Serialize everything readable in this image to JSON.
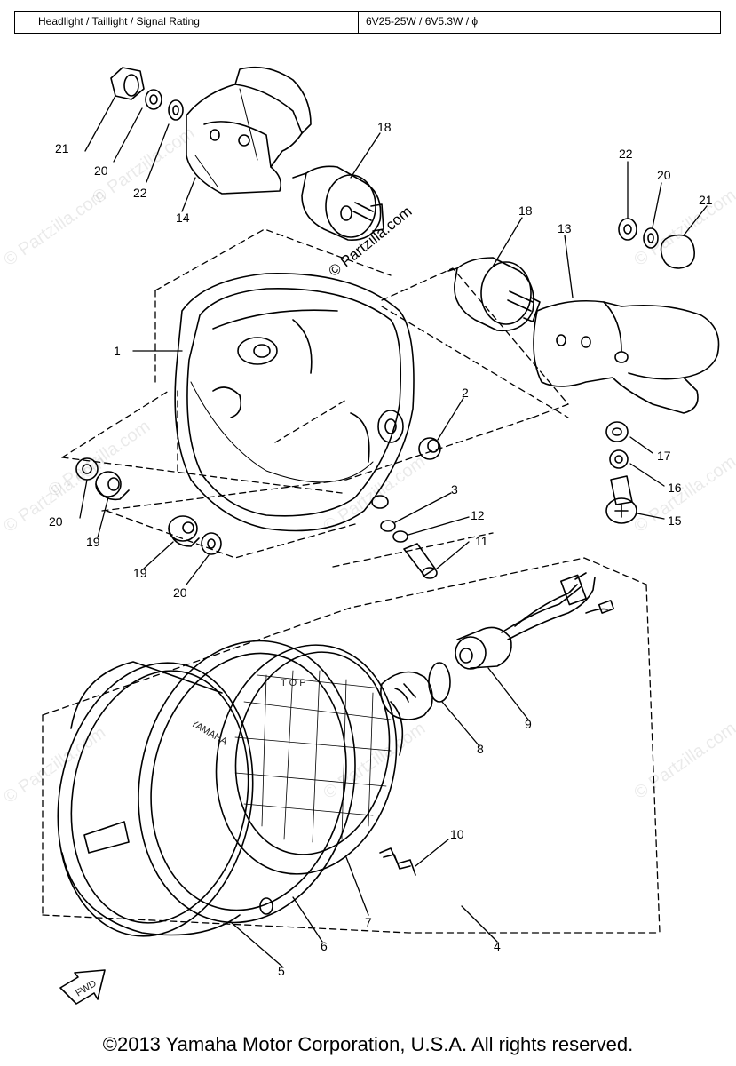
{
  "spec_table": {
    "label": "Headlight / Taillight / Signal Rating",
    "value": "6V25-25W / 6V5.3W / ϕ"
  },
  "watermarks": {
    "main": "© Partzilla.com",
    "repeat": "© Partzilla.com"
  },
  "lens_text": {
    "top": "T O P",
    "brand": "YAMAHA"
  },
  "fwd_arrow": "FWD",
  "callouts": [
    {
      "id": "c21a",
      "label": "21"
    },
    {
      "id": "c20a",
      "label": "20"
    },
    {
      "id": "c22a",
      "label": "22"
    },
    {
      "id": "c14",
      "label": "14"
    },
    {
      "id": "c18a",
      "label": "18"
    },
    {
      "id": "c18b",
      "label": "18"
    },
    {
      "id": "c13",
      "label": "13"
    },
    {
      "id": "c22b",
      "label": "22"
    },
    {
      "id": "c20b",
      "label": "20"
    },
    {
      "id": "c21b",
      "label": "21"
    },
    {
      "id": "c1",
      "label": "1"
    },
    {
      "id": "c2",
      "label": "2"
    },
    {
      "id": "c17",
      "label": "17"
    },
    {
      "id": "c16",
      "label": "16"
    },
    {
      "id": "c15",
      "label": "15"
    },
    {
      "id": "c3",
      "label": "3"
    },
    {
      "id": "c12",
      "label": "12"
    },
    {
      "id": "c11",
      "label": "11"
    },
    {
      "id": "c20c",
      "label": "20"
    },
    {
      "id": "c19a",
      "label": "19"
    },
    {
      "id": "c19b",
      "label": "19"
    },
    {
      "id": "c20d",
      "label": "20"
    },
    {
      "id": "c9",
      "label": "9"
    },
    {
      "id": "c8",
      "label": "8"
    },
    {
      "id": "c10",
      "label": "10"
    },
    {
      "id": "c7",
      "label": "7"
    },
    {
      "id": "c6",
      "label": "6"
    },
    {
      "id": "c5",
      "label": "5"
    },
    {
      "id": "c4",
      "label": "4"
    }
  ],
  "copyright": "©2013 Yamaha Motor Corporation, U.S.A. All rights reserved."
}
